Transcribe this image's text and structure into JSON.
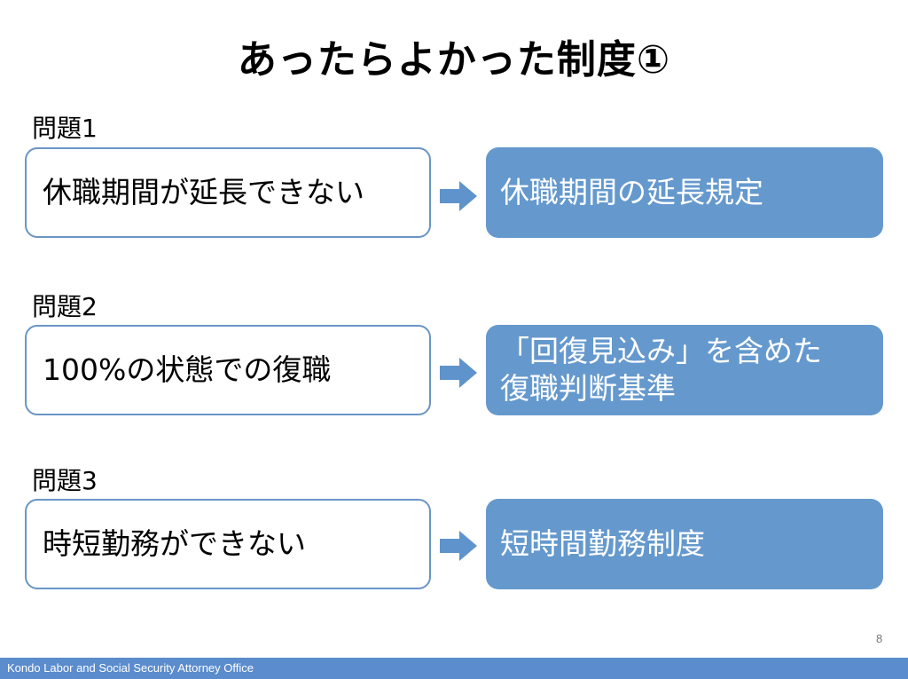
{
  "slide": {
    "title": "あったらよかった制度①",
    "page_number": "8"
  },
  "rows": [
    {
      "label": "問題1",
      "problem": "休職期間が延長できない",
      "solution": "休職期間の延長規定"
    },
    {
      "label": "問題2",
      "problem": "100%の状態での復職",
      "solution": "「回復見込み」を含めた\n復職判断基準"
    },
    {
      "label": "問題3",
      "problem": "時短勤務ができない",
      "solution": "短時間勤務制度"
    }
  ],
  "footer": {
    "text": "Kondo Labor and Social Security Attorney Office"
  },
  "colors": {
    "accent_fill": "#6599cd",
    "box_border": "#6a95c6",
    "footer_bar": "#5b8ccd",
    "arrow": "#5f93cc"
  },
  "icons": {
    "arrow": "right-arrow-icon"
  }
}
